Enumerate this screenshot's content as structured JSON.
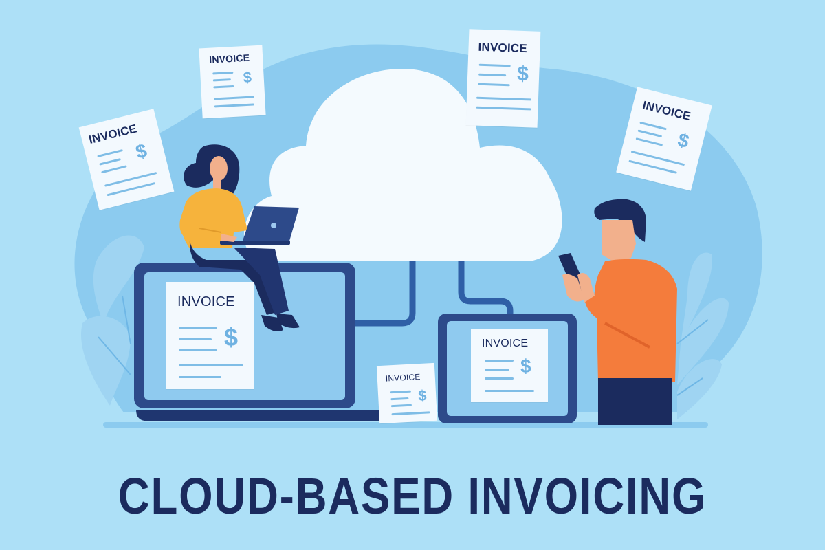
{
  "headline": "CLOUD-BASED INVOICING",
  "colors": {
    "background": "#ade0f7",
    "blob": "#8ccbef",
    "cloud": "#f4fafe",
    "navy": "#1b2b5e",
    "device_frame": "#2d4a8a",
    "woman_sweater": "#f6b33c",
    "man_sweater": "#f47c3c",
    "accent_line": "#7fbde6"
  },
  "invoices": [
    {
      "id": "floating-top-left",
      "title": "INVOICE",
      "dollar": "$"
    },
    {
      "id": "floating-left",
      "title": "INVOICE",
      "dollar": "$"
    },
    {
      "id": "floating-top-right",
      "title": "INVOICE",
      "dollar": "$"
    },
    {
      "id": "floating-right",
      "title": "INVOICE",
      "dollar": "$"
    },
    {
      "id": "laptop-screen",
      "title": "INVOICE",
      "dollar": "$"
    },
    {
      "id": "desk-paper",
      "title": "INVOICE",
      "dollar": "$"
    },
    {
      "id": "tablet-screen",
      "title": "INVOICE",
      "dollar": "$"
    }
  ]
}
